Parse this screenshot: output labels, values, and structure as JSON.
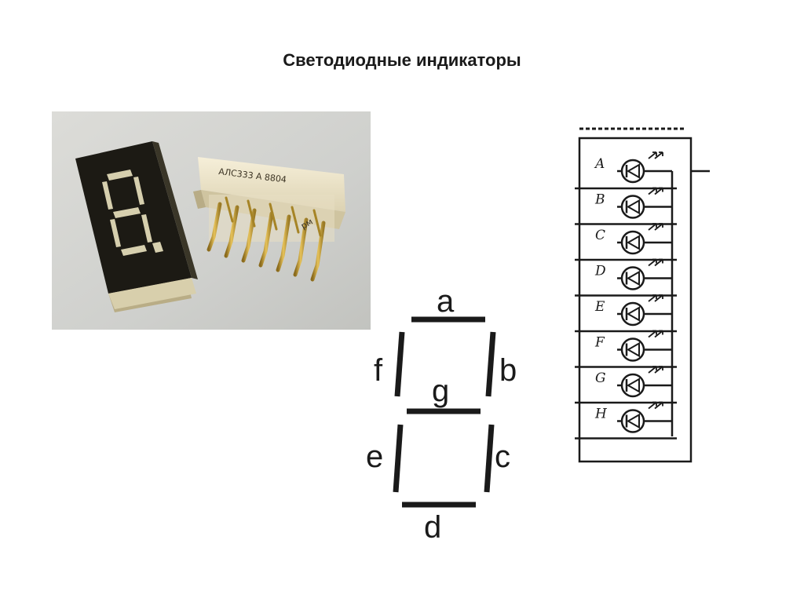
{
  "slide": {
    "title": "Светодиодные индикаторы"
  },
  "photo": {
    "chip_marking": "АЛС333 А 8804",
    "side_marking": "рм"
  },
  "segment_diagram": {
    "segments": [
      {
        "id": "a",
        "label": "a"
      },
      {
        "id": "b",
        "label": "b"
      },
      {
        "id": "c",
        "label": "c"
      },
      {
        "id": "d",
        "label": "d"
      },
      {
        "id": "e",
        "label": "e"
      },
      {
        "id": "f",
        "label": "f"
      },
      {
        "id": "g",
        "label": "g"
      }
    ]
  },
  "schematic": {
    "pins": [
      "A",
      "B",
      "C",
      "D",
      "E",
      "F",
      "G",
      "H"
    ]
  },
  "colors": {
    "photo_background": "#cfd0cd",
    "display_body": "#1c1a14",
    "display_segments": "#d6cfae",
    "chip_body": "#efe7cf",
    "pin_gold": "#c9a13c",
    "line": "#1a1a1a"
  }
}
